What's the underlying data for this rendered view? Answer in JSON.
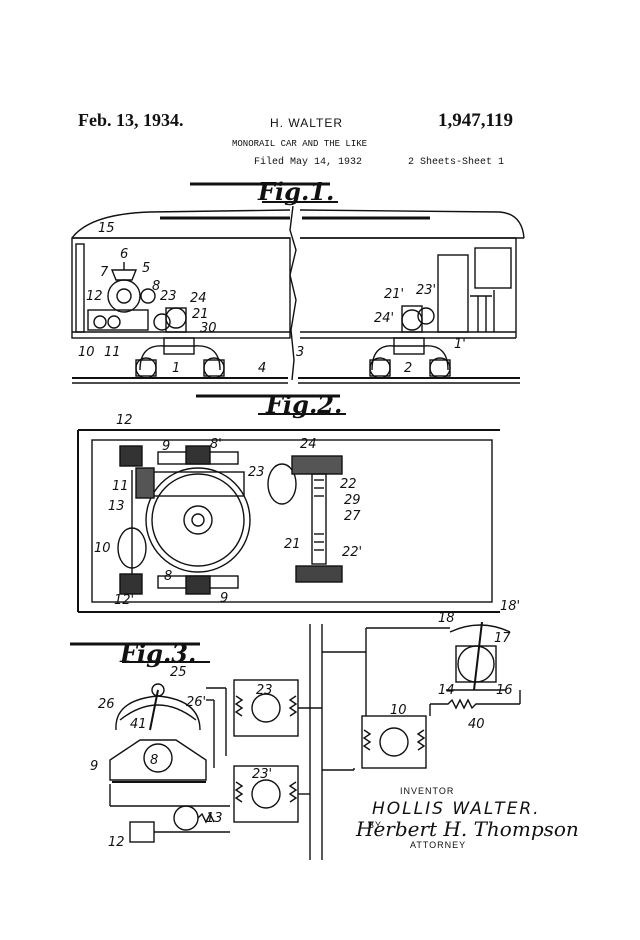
{
  "header": {
    "date": "Feb. 13, 1934.",
    "inventor": "H. WALTER",
    "patent_number": "1,947,119",
    "title": "MONORAIL CAR AND THE LIKE",
    "filed": "Filed May 14, 1932",
    "sheets": "2 Sheets-Sheet 1"
  },
  "figures": {
    "fig1": "Fig.1.",
    "fig2": "Fig.2.",
    "fig3": "Fig.3."
  },
  "refs": {
    "n1": "1",
    "n1p": "1'",
    "n2": "2",
    "n3": "3",
    "n4": "4",
    "n5": "5",
    "n6": "6",
    "n7": "7",
    "n8": "8",
    "n8p": "8'",
    "n9": "9",
    "n10": "10",
    "n11": "11",
    "n12": "12",
    "n12p": "12'",
    "n13": "13",
    "n14": "14",
    "n15": "15",
    "n16": "16",
    "n17": "17",
    "n18": "18",
    "n18p": "18'",
    "n21": "21",
    "n21p": "21'",
    "n22": "22",
    "n22p": "22'",
    "n23": "23",
    "n23p": "23'",
    "n24": "24",
    "n24p": "24'",
    "n25": "25",
    "n26": "26",
    "n26p": "26'",
    "n27": "27",
    "n29": "29",
    "n30": "30",
    "n40": "40",
    "n41": "41"
  },
  "signature": {
    "inventor_label": "INVENTOR",
    "inventor_name": "HOLLIS WALTER.",
    "by": "BY",
    "attorney_sig": "Herbert H. Thompson",
    "attorney_label": "ATTORNEY"
  }
}
